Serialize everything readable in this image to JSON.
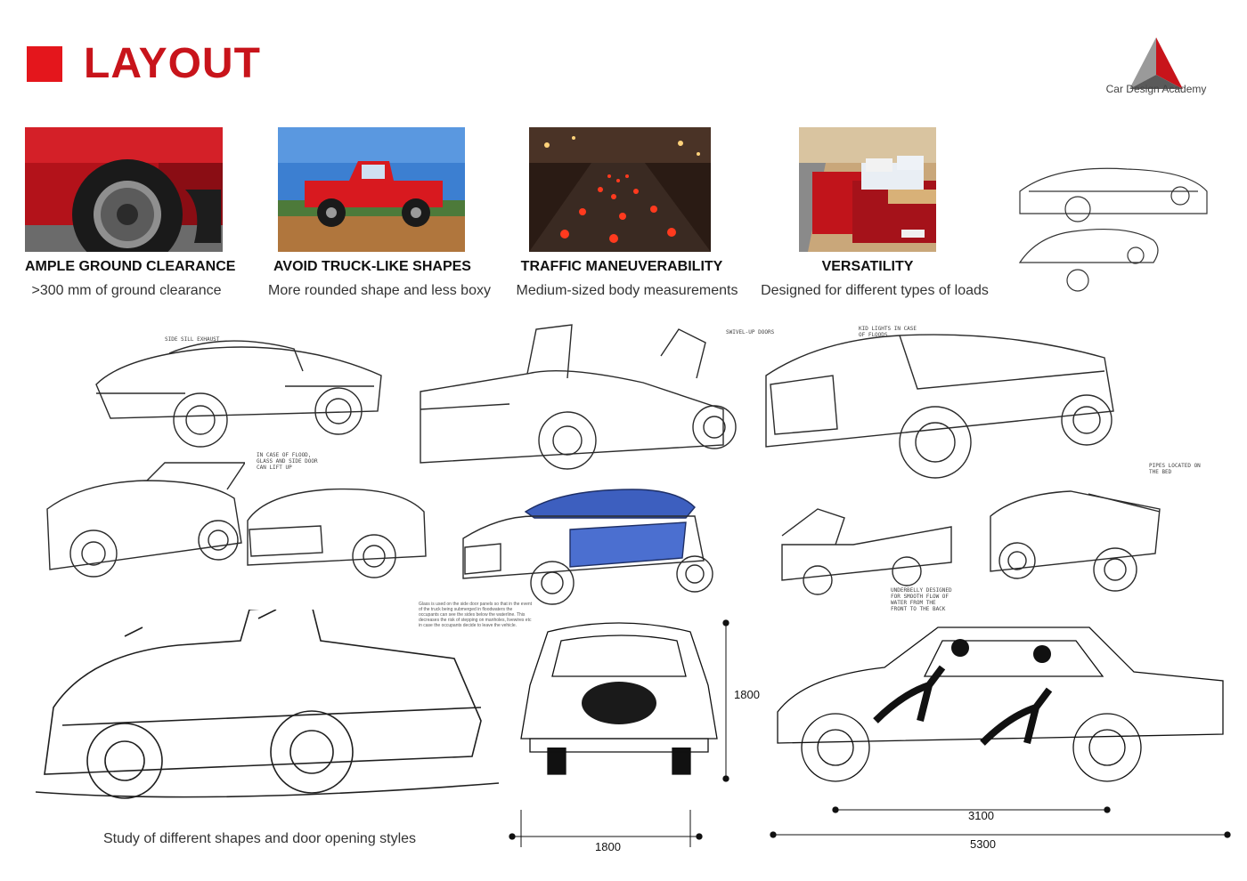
{
  "header": {
    "title": "LAYOUT",
    "accent_color": "#e4161c",
    "logo_text": "Car Design Academy",
    "logo_icon": "triangle-logo-icon"
  },
  "features": [
    {
      "title": "AMPLE GROUND CLEARANCE",
      "description": ">300 mm of ground clearance",
      "image": "tire-closeup-photo"
    },
    {
      "title": "AVOID TRUCK-LIKE SHAPES",
      "description": "More rounded shape and less boxy",
      "image": "red-pickup-photo"
    },
    {
      "title": "TRAFFIC MANEUVERABILITY",
      "description": "Medium-sized  body measurements",
      "image": "night-traffic-photo"
    },
    {
      "title": "VERSATILITY",
      "description": "Designed for different types of loads",
      "image": "loaded-truck-bed-photo"
    }
  ],
  "sketch_notes": {
    "side_sill_exhaust": "SIDE SILL EXHAUST",
    "swivel_up_doors": "SWIVEL-UP DOORS",
    "kid_lights": "KID LIGHTS IN CASE OF FLOODS",
    "flood_glass": "IN CASE OF FLOOD, GLASS AND SIDE DOOR CAN LIFT UP",
    "pipes_bed": "PIPES LOCATED ON THE BED",
    "underbelly": "UNDERBELLY DESIGNED FOR SMOOTH FLOW OF WATER FROM THE FRONT TO THE BACK",
    "glass_paragraph": "Glass is used on the side door panels so that in the event of the truck being submerged in floodwaters the occupants can see the sides below the waterline. This decreases the risk of stepping on manholes, livewires etc in case the occupants decide to leave the vehicle."
  },
  "caption": "Study of different shapes and door opening styles",
  "dimensions": {
    "front_height": "1800",
    "front_width": "1800",
    "wheelbase": "3100",
    "length": "5300"
  }
}
